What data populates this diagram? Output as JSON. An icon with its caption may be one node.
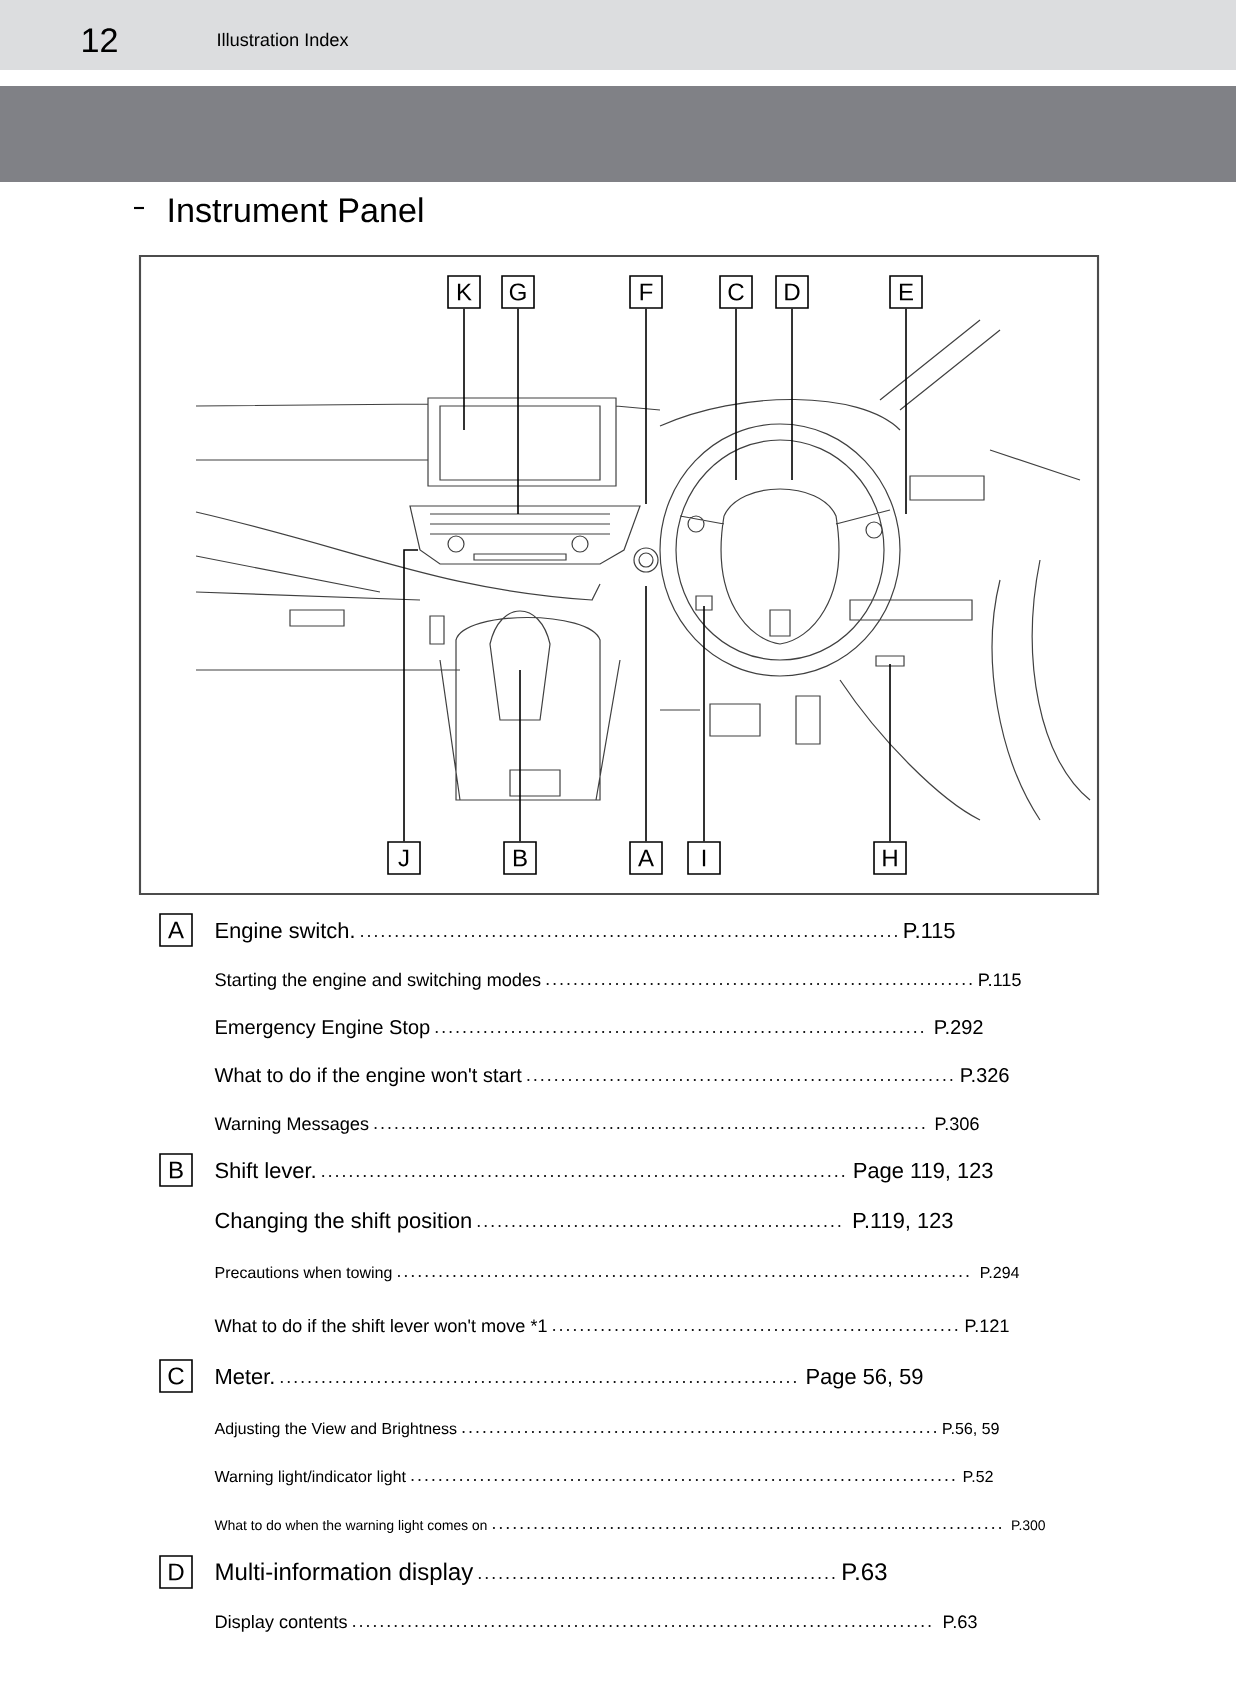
{
  "diagram": {
    "title": "Instrument Panel",
    "nodes": [
      {
        "text": [
          "K"
        ]
      },
      {
        "text": [
          "G"
        ]
      },
      {
        "text": [
          "F"
        ]
      },
      {
        "text": [
          "C"
        ]
      },
      {
        "text": [
          "D"
        ]
      },
      {
        "text": [
          "E"
        ]
      },
      {
        "text": [
          "J"
        ]
      },
      {
        "text": [
          "B"
        ]
      },
      {
        "text": [
          "A"
        ]
      },
      {
        "text": [
          "I"
        ]
      },
      {
        "text": [
          "H"
        ]
      },
      {
        "text": [
          "A"
        ]
      },
      {
        "text": [
          "B"
        ]
      },
      {
        "text": [
          "C"
        ]
      },
      {
        "text": [
          "D"
        ]
      }
    ],
    "edges": [
      {
        "from": 0,
        "to": null,
        "arrow": "none"
      },
      {
        "from": 1,
        "to": null,
        "arrow": "none"
      },
      {
        "from": 2,
        "to": null,
        "arrow": "none"
      },
      {
        "from": 3,
        "to": null,
        "arrow": "none"
      },
      {
        "from": 4,
        "to": null,
        "arrow": "none"
      },
      {
        "from": 5,
        "to": null,
        "arrow": "none"
      },
      {
        "from": 6,
        "to": null,
        "arrow": "none"
      },
      {
        "from": 7,
        "to": null,
        "arrow": "none"
      },
      {
        "from": 8,
        "to": null,
        "arrow": "none"
      },
      {
        "from": 9,
        "to": null,
        "arrow": "none"
      },
      {
        "from": 10,
        "to": null,
        "arrow": "none"
      }
    ],
    "labels": [
      "12",
      "Illustration Index",
      "Engine switch.",
      "P.115",
      "Starting the engine and switching modes",
      "P.115",
      "Emergency Engine Stop",
      "P.292",
      "What to do if the engine won't start",
      "P.326",
      "Warning Messages",
      "P.306",
      "Shift lever.",
      "Page 119, 123",
      "Changing the shift position",
      "P.119, 123",
      "Precautions when towing",
      "P.294",
      "What to do if the shift lever won't move *1",
      "P.121",
      "Meter.",
      "Page 56, 59",
      "Adjusting the View and Brightness",
      "P.56, 59",
      "Warning light/indicator light",
      "P.52",
      "What to do when the warning light comes on",
      "P.300",
      "Multi-information display",
      "P.63",
      "Display contents",
      "P.63"
    ]
  }
}
